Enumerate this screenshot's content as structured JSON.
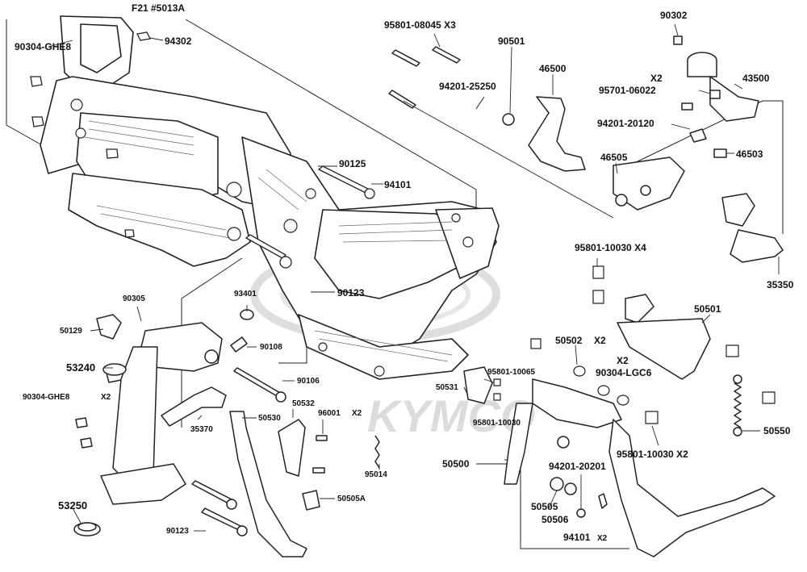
{
  "watermark": "KYMCO",
  "colors": {
    "line": "#222222",
    "hatch": "#555555",
    "watermark": "#d9d9d9"
  },
  "labels": {
    "f21": "F21 #5013A",
    "p94302": "94302",
    "p90304_ghe8_top": "90304-GHE8",
    "p90125": "90125",
    "p94101_top": "94101",
    "p90123_mid": "90123",
    "p93401": "93401",
    "p90108": "90108",
    "p90106": "90106",
    "p90305": "90305",
    "p50129": "50129",
    "p53240": "53240",
    "p90304_ghe8_bot": "90304-GHE8",
    "x2_ghe8": "X2",
    "p35370": "35370",
    "p50532": "50532",
    "p50530": "50530",
    "p96001": "96001",
    "x2_96001": "X2",
    "p95014": "95014",
    "p50505a": "50505A",
    "p53250": "53250",
    "p90123_bot": "90123",
    "p95801_08045": "95801-08045 X3",
    "p90501": "90501",
    "p46500": "46500",
    "p94201_25250": "94201-25250",
    "p90302": "90302",
    "x2_95701": "X2",
    "p95701": "95701-06022",
    "p43500": "43500",
    "p94201_20120": "94201-20120",
    "p46505": "46505",
    "p46503": "46503",
    "p95801_10030_x4": "95801-10030 X4",
    "p35350": "35350",
    "p50501": "50501",
    "p50502": "50502",
    "x2_50502": "X2",
    "x2_lgc6": "X2",
    "p90304_lgc6": "90304-LGC6",
    "p95801_10065": "95801-10065",
    "p50531": "50531",
    "p95801_10030_a": "95801-10030",
    "p50550": "50550",
    "p95801_10030_x2": "95801-10030 X2",
    "p50500": "50500",
    "p94201_20201": "94201-20201",
    "p50505": "50505",
    "p50506": "50506",
    "p94101_bot": "94101",
    "x2_94101": "X2"
  }
}
